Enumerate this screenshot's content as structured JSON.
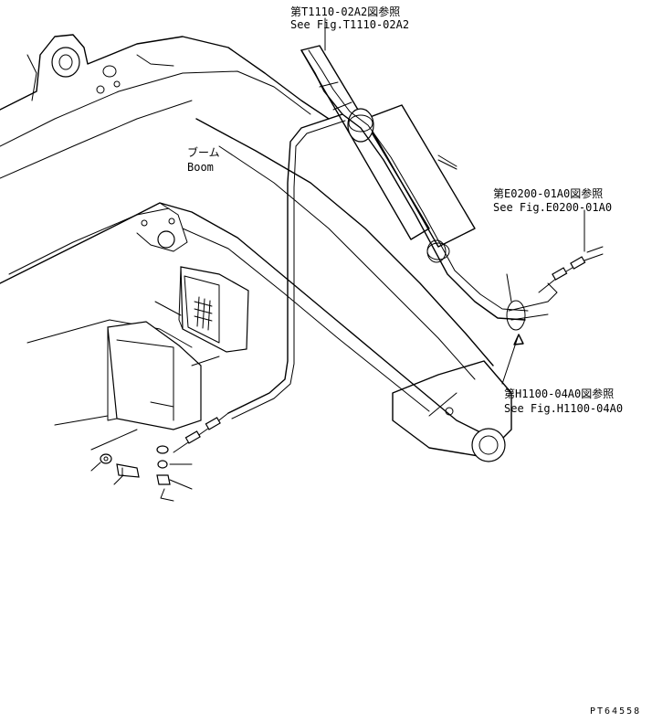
{
  "labels": {
    "ref_top_jp": "第T1110-02A2図参照",
    "ref_top_en": "See Fig.T1110-02A2",
    "boom_jp": "ブーム",
    "boom_en": "Boom",
    "ref_mid_jp": "第E0200-01A0図参照",
    "ref_mid_en": "See Fig.E0200-01A0",
    "ref_low_jp": "第H1100-04A0図参照",
    "ref_low_en": "See Fig.H1100-04A0",
    "drawing_no": "PT64558"
  },
  "icons": [
    "boom-arm-drawing",
    "work-lamp-icon",
    "lamp-bracket-icon",
    "bolt-icon",
    "nut-icon",
    "washer-icon",
    "connector-icon",
    "arrow-icon"
  ]
}
